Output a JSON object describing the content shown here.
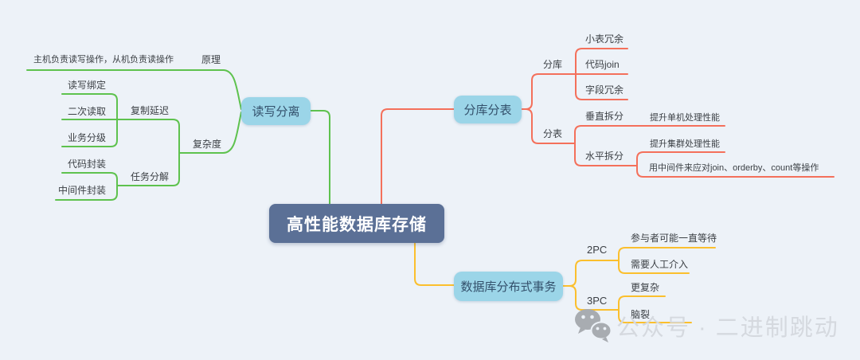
{
  "mindmap": {
    "root": "高性能数据库存储",
    "read_write_split": {
      "topic": "读写分离",
      "principle_label": "原理",
      "principle_detail": "主机负责读写操作，从机负责读操作",
      "complexity_label": "复杂度",
      "replication_delay_label": "复制延迟",
      "delay_children": [
        "读写绑定",
        "二次读取",
        "业务分级"
      ],
      "task_decompose_label": "任务分解",
      "task_children": [
        "代码封装",
        "中间件封装"
      ]
    },
    "sharding": {
      "topic": "分库分表",
      "fenku_label": "分库",
      "fenku_children": [
        "小表冗余",
        "代码join",
        "字段冗余"
      ],
      "fenbiao_label": "分表",
      "vertical_label": "垂直拆分",
      "vertical_benefit": "提升单机处理性能",
      "horizontal_label": "水平拆分",
      "horizontal_children": [
        "提升集群处理性能",
        "用中间件来应对join、orderby、count等操作"
      ]
    },
    "distributed_tx": {
      "topic": "数据库分布式事务",
      "two_pc_label": "2PC",
      "two_pc_children": [
        "参与者可能一直等待",
        "需要人工介入"
      ],
      "three_pc_label": "3PC",
      "three_pc_children": [
        "更复杂",
        "脑裂"
      ]
    }
  },
  "watermark": {
    "icon": "wechat-icon",
    "text": "公众号 · 二进制跳动"
  },
  "colors": {
    "background": "#edf2f8",
    "root_fill": "#5b7096",
    "root_text": "#ffffff",
    "topic_fill": "#9bd5e8",
    "topic_text": "#33506b",
    "label_text": "#3c4045",
    "branch_green": "#5ec24e",
    "branch_red": "#f4705b",
    "branch_yellow": "#fbbf2d",
    "watermark_text_gray": "#d5d9df",
    "watermark_icon_gray": "#a8acb1"
  }
}
